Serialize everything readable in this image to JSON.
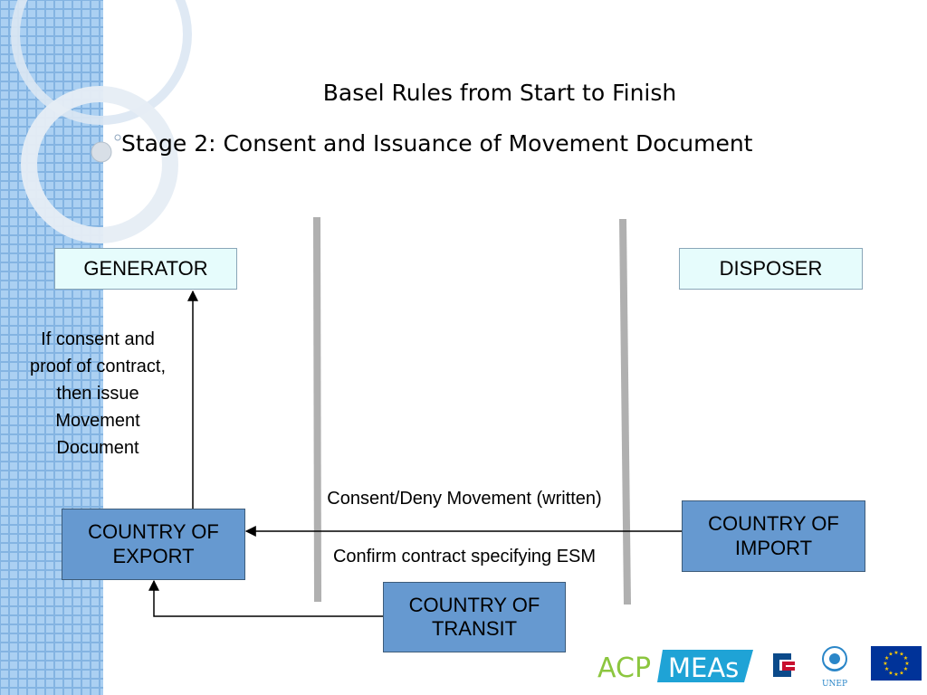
{
  "titles": {
    "main": "Basel Rules from Start to Finish",
    "stage": "Stage 2: Consent and Issuance of Movement Document"
  },
  "boxes": {
    "generator": "GENERATOR",
    "disposer": "DISPOSER",
    "country_of_export": [
      "COUNTRY OF",
      "EXPORT"
    ],
    "country_of_import": [
      "COUNTRY OF",
      "IMPORT"
    ],
    "country_of_transit": [
      "COUNTRY OF",
      "TRANSIT"
    ]
  },
  "annotations": {
    "side_note": [
      "If consent and",
      "proof of contract,",
      "then issue",
      "Movement",
      "Document"
    ],
    "consent": "Consent/Deny Movement (written)",
    "confirm": "Confirm contract specifying ESM"
  },
  "logos": {
    "acp": "ACP",
    "meas": "MEAs",
    "unep": "UNEP"
  },
  "colors": {
    "light_box": "#e6fcfc",
    "dark_box": "#6699d0",
    "sidebar_blue": "#5b9bd8",
    "divider": "#b0b0b0"
  }
}
